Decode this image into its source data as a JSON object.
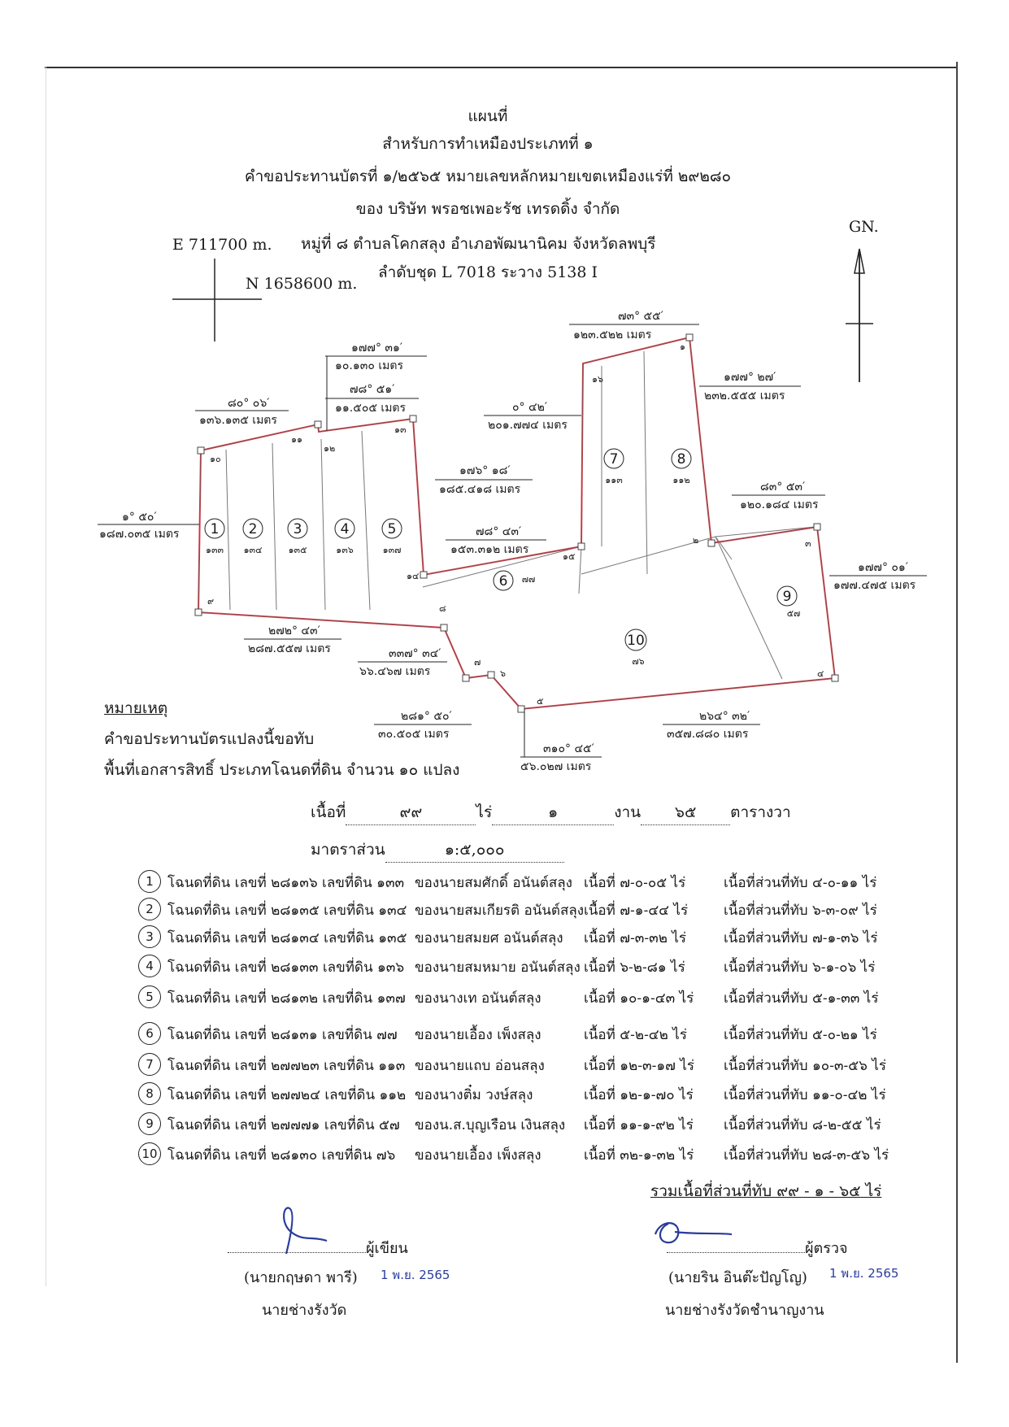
{
  "header": {
    "title": "แผนที่",
    "line2": "สำหรับการทำเหมืองประเภทที่ ๑",
    "line3": "คำขอประทานบัตรที่ ๑/๒๕๖๕ หมายเลขหลักหมายเขตเหมืองแร่ที่ ๒๙๒๘๐",
    "line4": "ของ บริษัท พรอชเพอะรัช เทรดดิ้ง จำกัด",
    "line5": "หมู่ที่ ๘ ตำบลโคกสลุง อำเภอพัฒนานิคม จังหวัดลพบุรี",
    "line6": "ลำดับชุด L 7018 ระวาง 5138 I"
  },
  "coords": {
    "easting": "E 711700 m.",
    "northing": "N 1658600 m.",
    "north": "GN."
  },
  "map": {
    "bearings": [
      {
        "angle": "๗๓° ๕๕′",
        "dist": "๑๒๓.๕๒๒ เมตร"
      },
      {
        "angle": "๑๗๗° ๓๑′",
        "dist": "๑๐.๑๓๐ เมตร"
      },
      {
        "angle": "๗๘° ๕๑′",
        "dist": "๑๑.๕๐๕ เมตร"
      },
      {
        "angle": "๘๐° ๐๖′",
        "dist": "๑๓๖.๑๓๕ เมตร"
      },
      {
        "angle": "๑๗๗° ๒๗′",
        "dist": "๒๓๒.๕๕๕ เมตร"
      },
      {
        "angle": "๐° ๔๒′",
        "dist": "๒๐๑.๗๗๔ เมตร"
      },
      {
        "angle": "๑๗๖° ๑๘′",
        "dist": "๑๘๕.๔๑๘ เมตร"
      },
      {
        "angle": "๘๓° ๕๓′",
        "dist": "๑๒๐.๑๘๔ เมตร"
      },
      {
        "angle": "๑° ๕๐′",
        "dist": "๑๘๗.๐๓๕ เมตร"
      },
      {
        "angle": "๗๘° ๔๓′",
        "dist": "๑๕๓.๓๑๒ เมตร"
      },
      {
        "angle": "๑๗๗° ๐๑′",
        "dist": "๑๗๗.๔๗๕ เมตร"
      },
      {
        "angle": "๒๗๒° ๔๓′",
        "dist": "๒๘๗.๕๕๗ เมตร"
      },
      {
        "angle": "๓๓๗° ๓๔′",
        "dist": "๖๖.๔๖๗ เมตร"
      },
      {
        "angle": "๒๘๑° ๕๐′",
        "dist": "๓๐.๕๐๕ เมตร"
      },
      {
        "angle": "๒๖๔° ๓๒′",
        "dist": "๓๕๗.๘๘๐ เมตร"
      },
      {
        "angle": "๓๑๐° ๔๕′",
        "dist": "๕๖.๐๒๗ เมตร"
      }
    ],
    "points": [
      "๑",
      "๒",
      "๓",
      "๔",
      "๕",
      "๖",
      "๗",
      "๘",
      "๙",
      "๑๐",
      "๑๑",
      "๑๒",
      "๑๓",
      "๑๔",
      "๑๕",
      "๑๖"
    ],
    "parcels": [
      {
        "no": "1",
        "lot": "๑๓๓"
      },
      {
        "no": "2",
        "lot": "๑๓๔"
      },
      {
        "no": "3",
        "lot": "๑๓๕"
      },
      {
        "no": "4",
        "lot": "๑๓๖"
      },
      {
        "no": "5",
        "lot": "๑๓๗"
      },
      {
        "no": "6",
        "lot": "๗๗"
      },
      {
        "no": "7",
        "lot": "๑๑๓"
      },
      {
        "no": "8",
        "lot": "๑๑๒"
      },
      {
        "no": "9",
        "lot": "๕๗"
      },
      {
        "no": "10",
        "lot": "๗๖"
      }
    ]
  },
  "note": {
    "heading": "หมายเหตุ",
    "line1": "คำขอประทานบัตรแปลงนี้ขอทับ",
    "line2": "พื้นที่เอกสารสิทธิ์ ประเภทโฉนดที่ดิน จำนวน ๑๐ แปลง"
  },
  "area": {
    "label": "เนื้อที่",
    "rai": "๙๙",
    "rai_unit": "ไร่",
    "ngan": "๑",
    "ngan_unit": "งาน",
    "wa": "๖๕",
    "wa_unit": "ตารางวา",
    "scale_label": "มาตราส่วน",
    "scale": "๑:๕,๐๐๐"
  },
  "deeds": [
    {
      "no": "1",
      "c1": "โฉนดที่ดิน เลขที่ ๒๘๑๓๖ เลขที่ดิน ๑๓๓",
      "c2": "ของนายสมศักดิ์ อนันต์สลุง",
      "c3": "เนื้อที่ ๗-๐-๐๕ ไร่",
      "c4": "เนื้อที่ส่วนที่ทับ ๔-๐-๑๑ ไร่"
    },
    {
      "no": "2",
      "c1": "โฉนดที่ดิน เลขที่ ๒๘๑๓๕ เลขที่ดิน ๑๓๔",
      "c2": "ของนายสมเกียรติ อนันต์สลุง",
      "c3": "เนื้อที่ ๗-๑-๔๔ ไร่",
      "c4": "เนื้อที่ส่วนที่ทับ ๖-๓-๐๙ ไร่"
    },
    {
      "no": "3",
      "c1": "โฉนดที่ดิน เลขที่ ๒๘๑๓๔ เลขที่ดิน ๑๓๕",
      "c2": "ของนายสมยศ อนันต์สลุง",
      "c3": "เนื้อที่ ๗-๓-๓๒ ไร่",
      "c4": "เนื้อที่ส่วนที่ทับ ๗-๑-๓๖ ไร่"
    },
    {
      "no": "4",
      "c1": "โฉนดที่ดิน เลขที่ ๒๘๑๓๓ เลขที่ดิน ๑๓๖",
      "c2": "ของนายสมหมาย อนันต์สลุง",
      "c3": "เนื้อที่ ๖-๒-๘๑ ไร่",
      "c4": "เนื้อที่ส่วนที่ทับ ๖-๑-๐๖ ไร่"
    },
    {
      "no": "5",
      "c1": "โฉนดที่ดิน เลขที่ ๒๘๑๓๒ เลขที่ดิน ๑๓๗",
      "c2": "ของนางเท อนันต์สลุง",
      "c3": "เนื้อที่ ๑๐-๑-๔๓ ไร่",
      "c4": "เนื้อที่ส่วนที่ทับ ๕-๑-๓๓ ไร่"
    },
    {
      "no": "6",
      "c1": "โฉนดที่ดิน เลขที่ ๒๘๑๓๑ เลขที่ดิน ๗๗",
      "c2": "ของนายเอื้อง เพ็งสลุง",
      "c3": "เนื้อที่ ๕-๒-๔๒ ไร่",
      "c4": "เนื้อที่ส่วนที่ทับ ๕-๐-๒๑ ไร่"
    },
    {
      "no": "7",
      "c1": "โฉนดที่ดิน เลขที่ ๒๗๗๒๓ เลขที่ดิน ๑๑๓",
      "c2": "ของนายแถบ อ่อนสลุง",
      "c3": "เนื้อที่ ๑๒-๓-๑๗ ไร่",
      "c4": "เนื้อที่ส่วนที่ทับ ๑๐-๓-๕๖ ไร่"
    },
    {
      "no": "8",
      "c1": "โฉนดที่ดิน เลขที่ ๒๗๗๒๔ เลขที่ดิน ๑๑๒",
      "c2": "ของนางติ๋ม วงษ์สลุง",
      "c3": "เนื้อที่ ๑๒-๑-๗๐ ไร่",
      "c4": "เนื้อที่ส่วนที่ทับ ๑๑-๐-๔๒ ไร่"
    },
    {
      "no": "9",
      "c1": "โฉนดที่ดิน เลขที่ ๒๗๗๗๑ เลขที่ดิน ๕๗",
      "c2": "ของน.ส.บุญเรือน เงินสลุง",
      "c3": "เนื้อที่ ๑๑-๑-๙๒ ไร่",
      "c4": "เนื้อที่ส่วนที่ทับ ๘-๒-๕๕ ไร่"
    },
    {
      "no": "10",
      "c1": "โฉนดที่ดิน เลขที่ ๒๘๑๓๐ เลขที่ดิน ๗๖",
      "c2": "ของนายเอื้อง เพ็งสลุง",
      "c3": "เนื้อที่ ๓๒-๑-๓๒ ไร่",
      "c4": "เนื้อที่ส่วนที่ทับ ๒๘-๓-๕๖ ไร่"
    }
  ],
  "total": "รวมเนื้อที่ส่วนที่ทับ ๙๙ - ๑ - ๖๕ ไร่",
  "signatures": {
    "writer_role": "ผู้เขียน",
    "writer_name": "(นายกฤษดา พารี)",
    "writer_date": "1 พ.ย. 2565",
    "writer_title": "นายช่างรังวัด",
    "checker_role": "ผู้ตรวจ",
    "checker_name": "(นายริน อินต๊ะปัญโญ)",
    "checker_date": "1 พ.ย. 2565",
    "checker_title": "นายช่างรังวัดชำนาญงาน"
  }
}
